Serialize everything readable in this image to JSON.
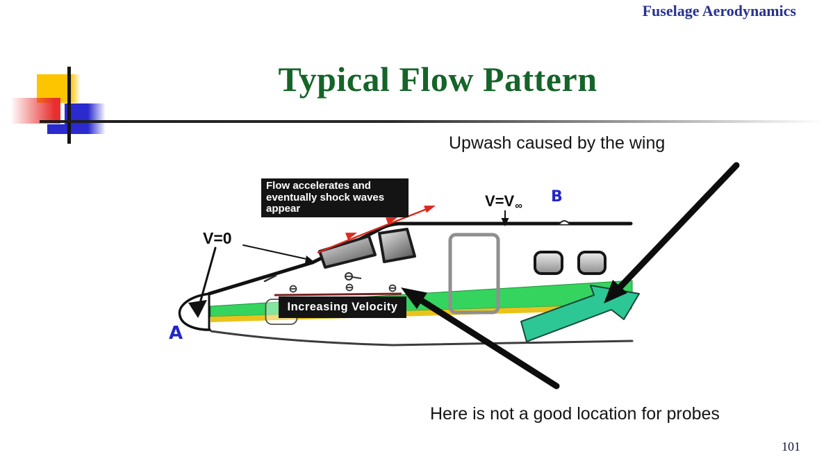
{
  "slide": {
    "header": "Fuselage Aerodynamics",
    "title": "Typical Flow Pattern",
    "page_number": "101"
  },
  "diagram": {
    "upwash_caption": "Upwash caused by the wing",
    "probes_caption": "Here is not a good location for probes",
    "flow_box_label": "Flow accelerates and eventually shock waves appear",
    "velocity_box_label": "Increasing Velocity",
    "v0_label": "V=0",
    "vinf_label": "V=V",
    "vinf_subscript": "∞",
    "point_a_label": "A",
    "point_b_label": "B"
  },
  "colors": {
    "header_blue": "#28328f",
    "title_green": "#156429",
    "point_label_blue": "#2326c9",
    "flow_band_green": "#35d45f",
    "flow_band_yellow": "#e9c31c",
    "upwash_arrow_teal": "#2cc795",
    "shock_arrow_red": "#d92b1e",
    "velocity_line_maroon": "#7c1f1f"
  }
}
